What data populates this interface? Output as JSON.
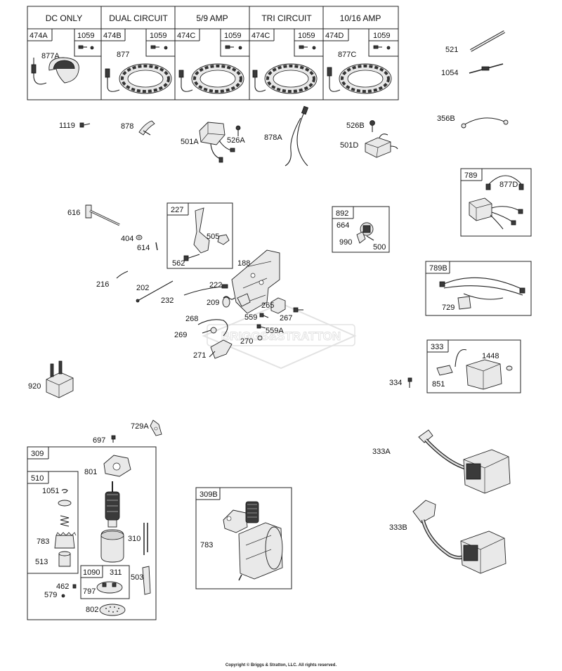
{
  "headers": {
    "dc_only": "DC ONLY",
    "dual_circuit": "DUAL CIRCUIT",
    "amp_5_9": "5/9 AMP",
    "tri_circuit": "TRI CIRCUIT",
    "amp_10_16": "10/16 AMP"
  },
  "boxes": {
    "b474A": "474A",
    "b474B": "474B",
    "b474C": "474C",
    "b474C2": "474C",
    "b474D": "474D",
    "b1059": "1059",
    "b227": "227",
    "b892": "892",
    "b789": "789",
    "b789B": "789B",
    "b333": "333",
    "b309": "309",
    "b510": "510",
    "b1090": "1090",
    "b309B": "309B"
  },
  "labels": {
    "p877A": "877A",
    "p877": "877",
    "p877C": "877C",
    "p521": "521",
    "p1054": "1054",
    "p356B": "356B",
    "p1119": "1119",
    "p878": "878",
    "p501A": "501A",
    "p526A": "526A",
    "p878A": "878A",
    "p526B": "526B",
    "p501D": "501D",
    "p877D": "877D",
    "p616": "616",
    "p404": "404",
    "p614": "614",
    "p505": "505",
    "p562": "562",
    "p188": "188",
    "p664": "664",
    "p990": "990",
    "p500": "500",
    "p216": "216",
    "p202": "202",
    "p222": "222",
    "p232": "232",
    "p209": "209",
    "p265": "265",
    "p729": "729",
    "p268": "268",
    "p559": "559",
    "p267": "267",
    "p269": "269",
    "p559A": "559A",
    "p270": "270",
    "p271": "271",
    "p1448": "1448",
    "p851": "851",
    "p334": "334",
    "p920": "920",
    "p729A": "729A",
    "p697": "697",
    "p801": "801",
    "p1051": "1051",
    "p310": "310",
    "p783": "783",
    "p513": "513",
    "p311": "311",
    "p503": "503",
    "p462": "462",
    "p579": "579",
    "p797": "797",
    "p802": "802",
    "p333A": "333A",
    "p333B": "333B",
    "p783b": "783"
  },
  "watermark": "BRIGGS&STRATTON",
  "copyright": "Copyright © Briggs & Stratton, LLC. All rights reserved."
}
